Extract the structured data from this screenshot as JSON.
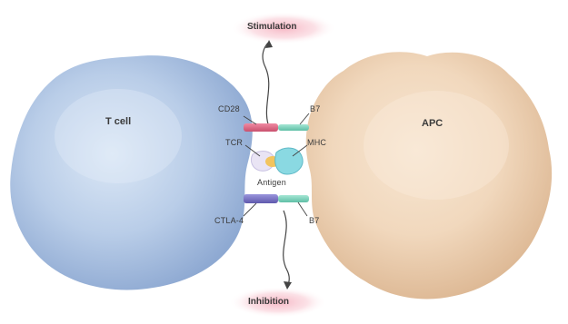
{
  "signals": {
    "top": "Stimulation",
    "bottom": "Inhibition"
  },
  "cells": {
    "left": "T cell",
    "right": "APC"
  },
  "molecules": {
    "cd28": "CD28",
    "b7_top": "B7",
    "tcr": "TCR",
    "mhc": "MHC",
    "antigen": "Antigen",
    "ctla4": "CTLA-4",
    "b7_bottom": "B7"
  },
  "colors": {
    "t_cell": "#b9cde8",
    "apc": "#f1d8bd",
    "stimulatory_receptor": "#e06a86",
    "inhibitory_receptor": "#7a74c8",
    "ligand": "#7fd6bf",
    "signal_glow": "#f6b4c2"
  }
}
